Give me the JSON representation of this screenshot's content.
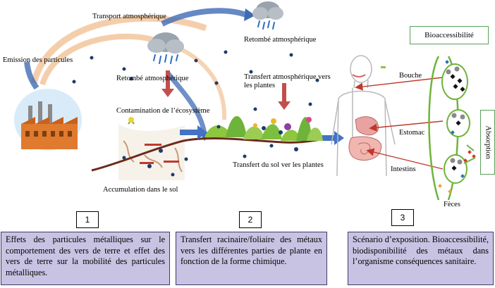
{
  "labels": {
    "transport_atmo": "Transport atmosphérique",
    "emission": "Emission des particules",
    "retombe_left": "Retombé atmosphérique",
    "retombe_right": "Retombé atmosphérique",
    "contamination": "Contamination de l’écosystème",
    "transfert_plantes": "Transfert atmosphérique vers les plantes",
    "transfert_sol": "Transfert du sol ver les plantes",
    "accumulation": "Accumulation dans le sol",
    "bouche": "Bouche",
    "estomac": "Estomac",
    "intestins": "Intestins",
    "feces": "Fèces",
    "bioaccessibilite": "Bioaccessibilité",
    "absorption": "Absorption"
  },
  "steps": [
    {
      "number": "1",
      "text": "Effets des particules métalliques sur le comportement des vers de terre et effet des vers de terre sur la mobilité des particules métalliques."
    },
    {
      "number": "2",
      "text": "Transfert racinaire/foliaire des métaux vers les différentes parties de plante en fonction de la forme chimique."
    },
    {
      "number": "3",
      "text": "Scénario d’exposition. Bioaccessibilité, biodisponibilité des métaux dans l’organisme conséquences sanitaire."
    }
  ],
  "colors": {
    "arc": "#f3c9a2",
    "arrow_blue": "#3f6bb5",
    "arrow_red": "#c0392b",
    "ground": "#6b2b1d",
    "particle": "#1f3b6b",
    "desc_bg": "#c9c3e3",
    "frame_green": "#5aa05a"
  },
  "icons": [
    "factory-icon",
    "cloud-rain-icon",
    "plants-icon",
    "human-body-icon",
    "digestive-capsule-icon"
  ]
}
